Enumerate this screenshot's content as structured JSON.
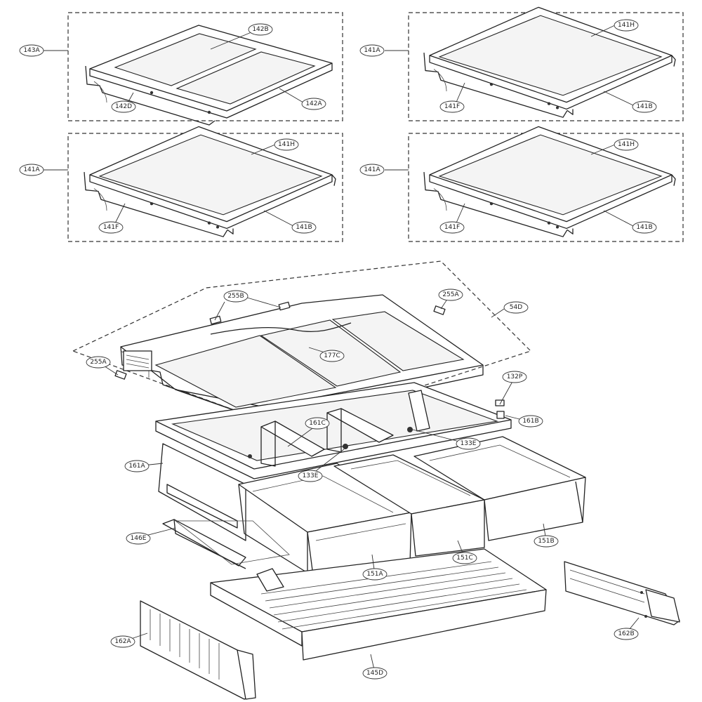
{
  "labels": {
    "143A": "143A",
    "142B": "142B",
    "142D": "142D",
    "142A": "142A",
    "141A": "141A",
    "141H": "141H",
    "141F": "141F",
    "141B": "141B",
    "255B": "255B",
    "255A": "255A",
    "54D": "54D",
    "177C": "177C",
    "132P": "132P",
    "161C": "161C",
    "161B": "161B",
    "161A": "161A",
    "133E": "133E",
    "146E": "146E",
    "151A": "151A",
    "151B": "151B",
    "151C": "151C",
    "162A": "162A",
    "162B": "162B",
    "145D": "145D"
  }
}
